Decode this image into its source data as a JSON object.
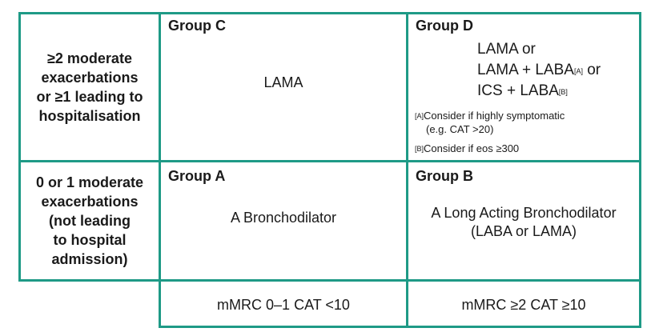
{
  "rows": [
    {
      "label_lines": [
        "≥2 moderate",
        "exacerbations",
        "or ≥1 leading to",
        "hospitalisation"
      ]
    },
    {
      "label_lines": [
        "0 or 1 moderate",
        "exacerbations",
        "(not leading",
        "to hospital",
        "admission)"
      ]
    }
  ],
  "groups": {
    "c": {
      "title": "Group C",
      "therapy": "LAMA"
    },
    "d": {
      "title": "Group D",
      "therapy_line1": "LAMA or",
      "therapy_line2_pre": "LAMA + LABA",
      "therapy_line2_sup": "[A]",
      "therapy_line2_post": " or",
      "therapy_line3_pre": "ICS + LABA",
      "therapy_line3_sup": "[B]",
      "note_a_marker": "[A]",
      "note_a_line1": "Consider if highly symptomatic",
      "note_a_line2": "(e.g. CAT >20)",
      "note_b_marker": "[B]",
      "note_b_line1": "Consider if eos ≥300"
    },
    "a": {
      "title": "Group A",
      "therapy": "A Bronchodilator"
    },
    "b": {
      "title": "Group B",
      "therapy_line1": "A Long Acting Bronchodilator",
      "therapy_line2": "(LABA or LAMA)"
    }
  },
  "footer": {
    "left": "mMRC 0–1 CAT <10",
    "right": "mMRC ≥2 CAT ≥10"
  },
  "colors": {
    "border": "#1e9a86",
    "text": "#1a1a1a"
  }
}
